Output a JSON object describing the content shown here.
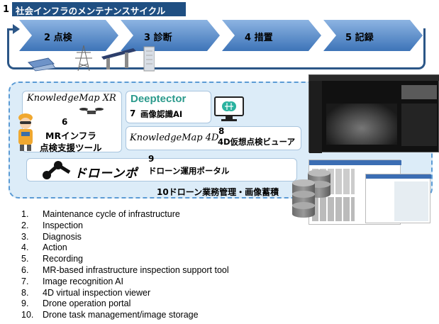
{
  "title": {
    "number": "1",
    "text": "社会インフラのメンテナンスサイクル"
  },
  "cycle_steps": [
    {
      "number": "2",
      "label": "点検"
    },
    {
      "number": "3",
      "label": "診断"
    },
    {
      "number": "4",
      "label": "措置"
    },
    {
      "number": "5",
      "label": "記録"
    }
  ],
  "tools": {
    "mr": {
      "logo": "KnowledgeMap XR",
      "number": "6",
      "line1": "MRインフラ",
      "line2": "点検支援ツール"
    },
    "ai": {
      "logo": "Deeptector",
      "number": "7",
      "label": "画像認識AI"
    },
    "viewer": {
      "logo": "KnowledgeMap 4D",
      "number": "8",
      "label": "4D仮想点検ビューア"
    },
    "portal": {
      "logo": "ドローンポ",
      "number": "9",
      "label": "ドローン運用ポータル"
    },
    "storage": {
      "label": "10ドローン業務管理・画像蓄積"
    }
  },
  "legend": [
    "Maintenance cycle of infrastructure",
    "Inspection",
    "Diagnosis",
    "Action",
    "Recording",
    "MR-based infrastructure inspection support tool",
    "Image recognition AI",
    "4D virtual inspection viewer",
    "Drone operation portal",
    "Drone task management/image storage"
  ],
  "colors": {
    "title_bg": "#1f4f82",
    "chevron": "#4f86c6",
    "panel_bg": "#dcecf8",
    "panel_border": "#5b9bd5"
  }
}
